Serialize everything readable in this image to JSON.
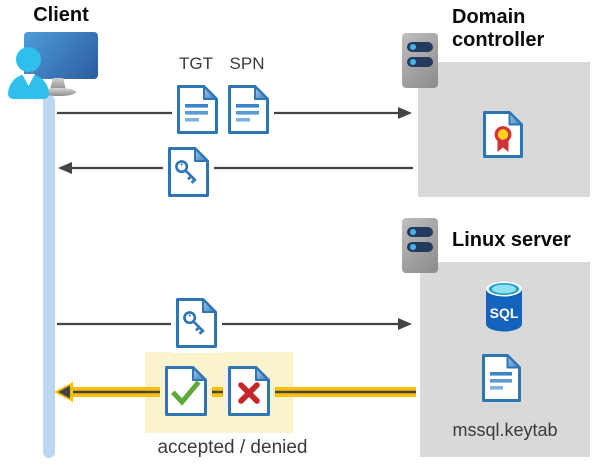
{
  "diagram": {
    "client": {
      "label": "Client"
    },
    "domain_controller": {
      "label": "Domain controller"
    },
    "linux_server": {
      "label": "Linux server",
      "sql_badge": "SQL",
      "keytab_file": "mssql.keytab"
    },
    "messages": {
      "tgt_label": "TGT",
      "spn_label": "SPN",
      "response_label": "accepted / denied"
    },
    "icons": {
      "client": "person-at-monitor-icon",
      "domain_controller": "server-rack-icon",
      "linux_server": "server-rack-icon",
      "tgt": "document-icon",
      "spn": "document-icon",
      "ticket": "key-document-icon",
      "certificate": "certificate-document-icon",
      "sql": "sql-database-icon",
      "accepted": "check-document-icon",
      "denied": "x-document-icon"
    },
    "colors": {
      "document_blue": "#2E75B6",
      "timeline_blue": "#BCD7F2",
      "server_box_gray": "#D9D9D9",
      "arrow_gray": "#444444",
      "highlight_arrow_yellow": "#FFC000",
      "highlight_background": "#FAF3CD",
      "accepted_green": "#5FA83C",
      "denied_red": "#C62828",
      "sql_blue": "#1263BE",
      "person_cyan": "#2FBFED"
    }
  }
}
